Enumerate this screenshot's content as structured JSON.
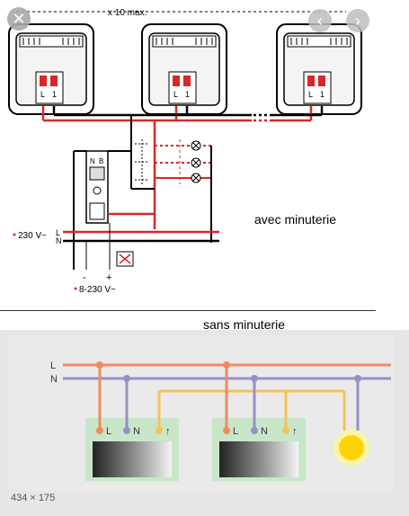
{
  "viewer": {
    "close_label": "✕",
    "prev_label": "‹",
    "next_label": "›",
    "image_dims": "434 × 175"
  },
  "diagram_top": {
    "repeat_label": "x 10 max.",
    "terminal_L": "L",
    "terminal_1": "1",
    "supply_label": "230 V~",
    "L": "L",
    "N": "N",
    "timer_N": "N",
    "timer_B": "B",
    "minus": "-",
    "plus": "+",
    "low_supply": "8-230 V~",
    "caption": "avec minuterie"
  },
  "diagram_bottom": {
    "caption": "sans minuterie",
    "L": "L",
    "N": "N",
    "terminal_L": "L",
    "terminal_N": "N",
    "colors": {
      "L": "#f08a5d",
      "N": "#9b8ec4",
      "switched": "#f5c35a",
      "lamp": "#ffd400"
    }
  }
}
